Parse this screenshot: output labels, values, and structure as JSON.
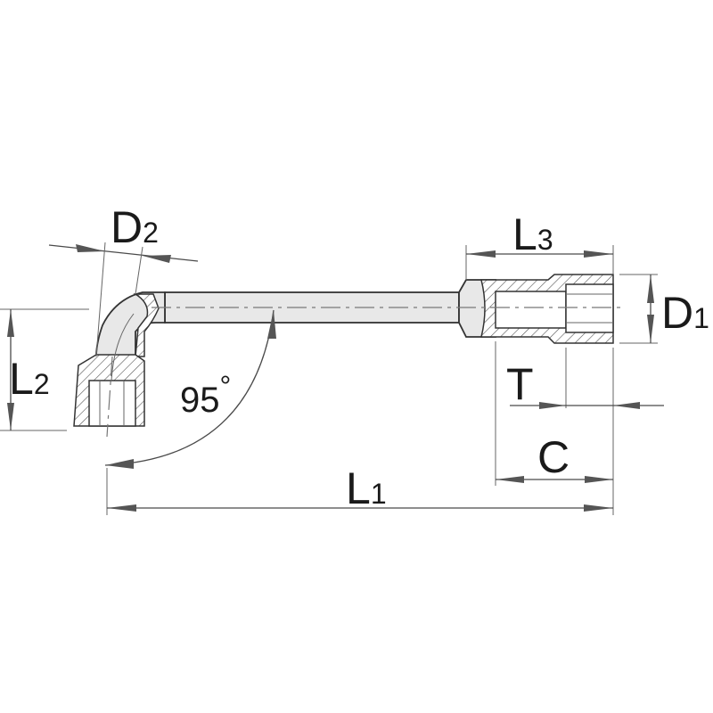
{
  "title": "L-type socket wrench dimension drawing",
  "labels": {
    "d2": {
      "main": "D",
      "sub": "2"
    },
    "l2": {
      "main": "L",
      "sub": "2"
    },
    "l3": {
      "main": "L",
      "sub": "3"
    },
    "d1": {
      "main": "D",
      "sub": "1"
    },
    "l1": {
      "main": "L",
      "sub": "1"
    },
    "t": "T",
    "c": "C",
    "angle": {
      "value": "95",
      "unit": "°"
    }
  },
  "colors": {
    "line": "#4a4a4a",
    "fill": "#e8e8e8"
  }
}
